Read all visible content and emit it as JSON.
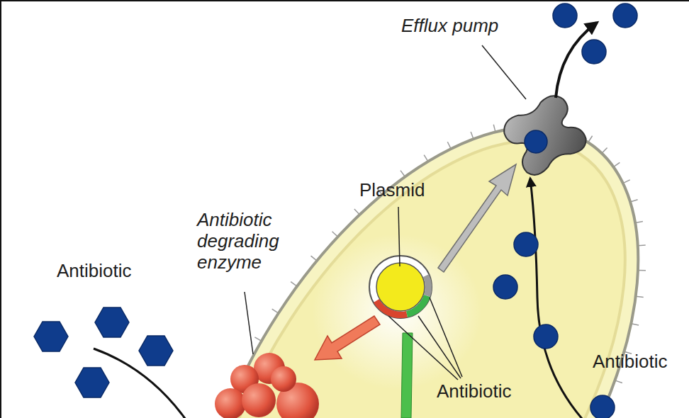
{
  "diagram": {
    "labels": [
      "Efflux pump",
      "Plasmid",
      "Antibiotic degrading enzyme",
      "Antibiotic",
      "Antibiotic",
      "Antibiotic"
    ]
  }
}
